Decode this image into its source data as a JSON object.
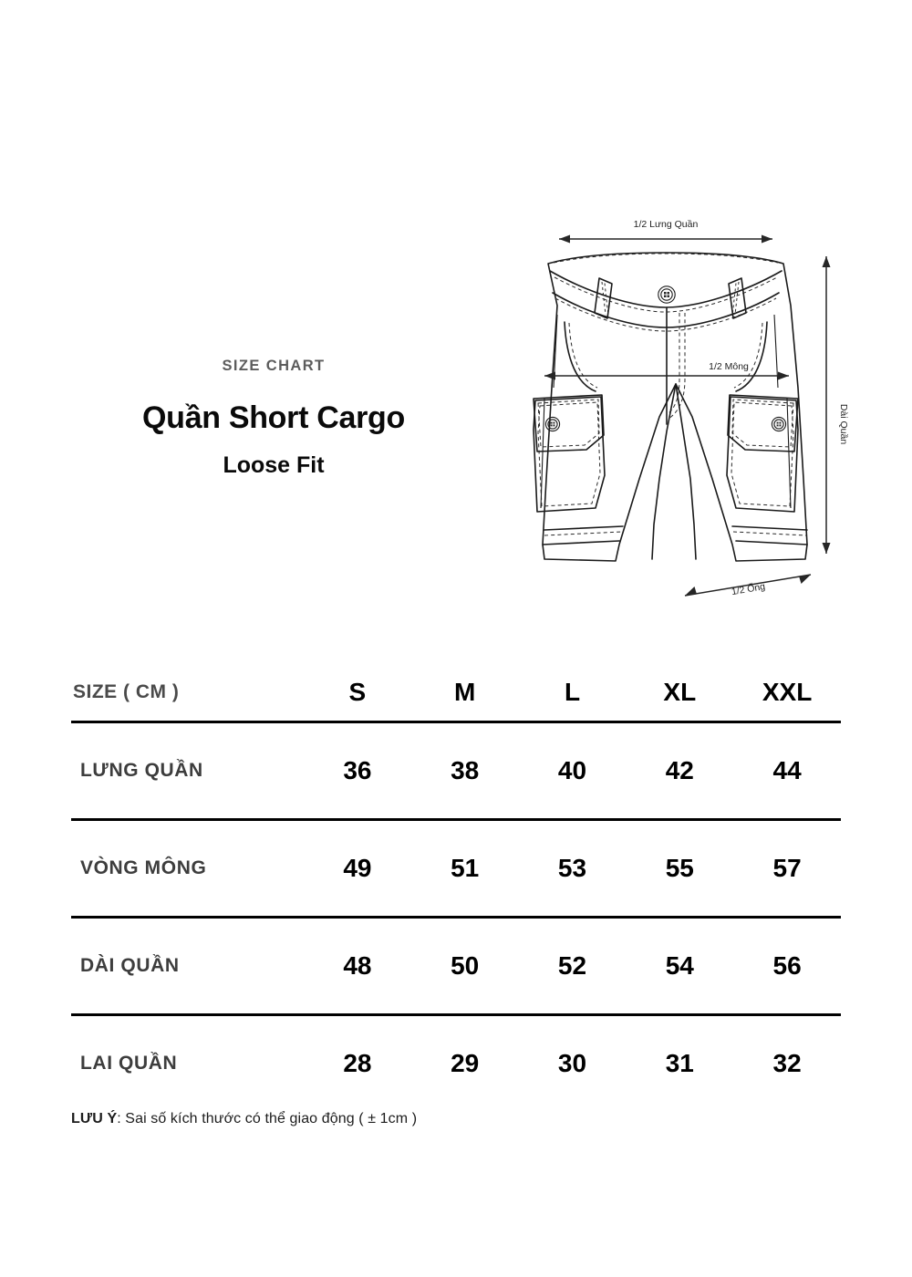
{
  "header": {
    "eyebrow": "SIZE CHART",
    "title": "Quần Short Cargo",
    "subtitle": "Loose Fit"
  },
  "illustration": {
    "alt_name": "cargo-shorts-technical-drawing",
    "dimension_labels": {
      "waist": "1/2 Lưng Quần",
      "hip": "1/2 Mông",
      "length": "Dài Quần",
      "leg_opening": "1/2 Ống"
    }
  },
  "table": {
    "label_header": "SIZE ( CM )",
    "sizes": [
      "S",
      "M",
      "L",
      "XL",
      "XXL"
    ],
    "rows": [
      {
        "label": "LƯNG QUẦN",
        "values": [
          "36",
          "38",
          "40",
          "42",
          "44"
        ]
      },
      {
        "label": "VÒNG MÔNG",
        "values": [
          "49",
          "51",
          "53",
          "55",
          "57"
        ]
      },
      {
        "label": "DÀI QUẦN",
        "values": [
          "48",
          "50",
          "52",
          "54",
          "56"
        ]
      },
      {
        "label": "LAI QUẦN",
        "values": [
          "28",
          "29",
          "30",
          "31",
          "32"
        ]
      }
    ]
  },
  "note": {
    "prefix": "LƯU Ý",
    "text": ": Sai số kích thước có thể giao động ( ± 1cm )"
  },
  "colors": {
    "background": "#ffffff",
    "text": "#111111",
    "muted": "#4a4a4a",
    "rule": "#000000"
  }
}
